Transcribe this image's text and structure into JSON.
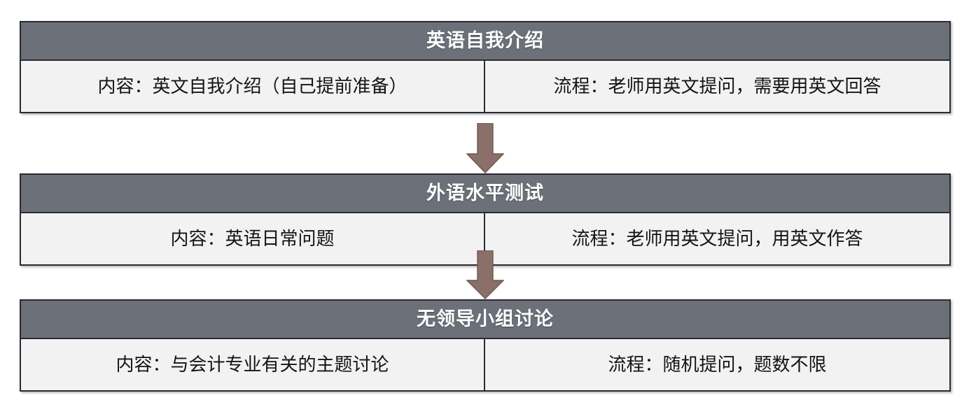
{
  "diagram": {
    "type": "vertical-flow",
    "orientation": "top-to-bottom",
    "stage_count": 3,
    "colors": {
      "header_bg": "#6b7079",
      "header_text": "#ffffff",
      "body_bg": "#f2f2f2",
      "body_text": "#141414",
      "border": "#2b2b33",
      "arrow_fill": "#8a7068",
      "arrow_stroke": "#6f574f",
      "page_bg": "#ffffff"
    },
    "stages": [
      {
        "id": "stage-1",
        "title": "英语自我介绍",
        "cells": [
          {
            "id": "content",
            "text": "内容：英文自我介绍（自己提前准备）"
          },
          {
            "id": "process",
            "text": "流程：老师用英文提问，需要用英文回答"
          }
        ]
      },
      {
        "id": "stage-2",
        "title": "外语水平测试",
        "cells": [
          {
            "id": "content",
            "text": "内容：英语日常问题"
          },
          {
            "id": "process",
            "text": "流程：老师用英文提问，用英文作答"
          }
        ]
      },
      {
        "id": "stage-3",
        "title": "无领导小组讨论",
        "cells": [
          {
            "id": "content",
            "text": "内容：与会计专业有关的主题讨论"
          },
          {
            "id": "process",
            "text": "流程：随机提问，题数不限"
          }
        ]
      }
    ],
    "connectors": [
      {
        "id": "connector-1",
        "icon": "down-arrow-icon",
        "from": "stage-1",
        "to": "stage-2"
      },
      {
        "id": "connector-2",
        "icon": "down-arrow-icon",
        "from": "stage-2",
        "to": "stage-3"
      }
    ]
  }
}
